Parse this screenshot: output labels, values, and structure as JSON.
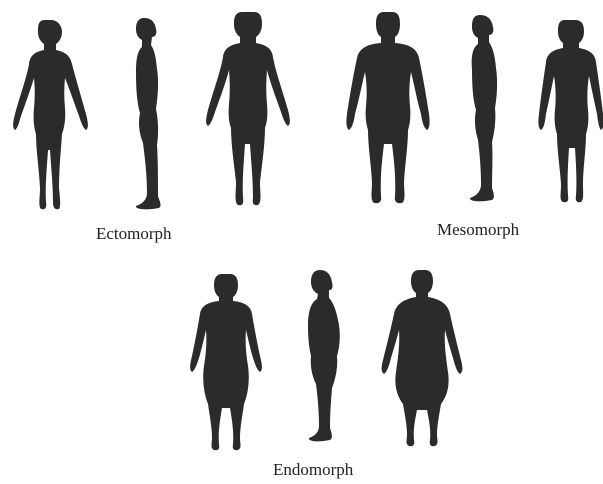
{
  "groups": [
    {
      "label": "Ectomorph"
    },
    {
      "label": "Mesomorph"
    },
    {
      "label": "Endomorph"
    }
  ],
  "colors": {
    "silhouette": "#2b2b2b",
    "text": "#222222",
    "background": "#ffffff"
  }
}
